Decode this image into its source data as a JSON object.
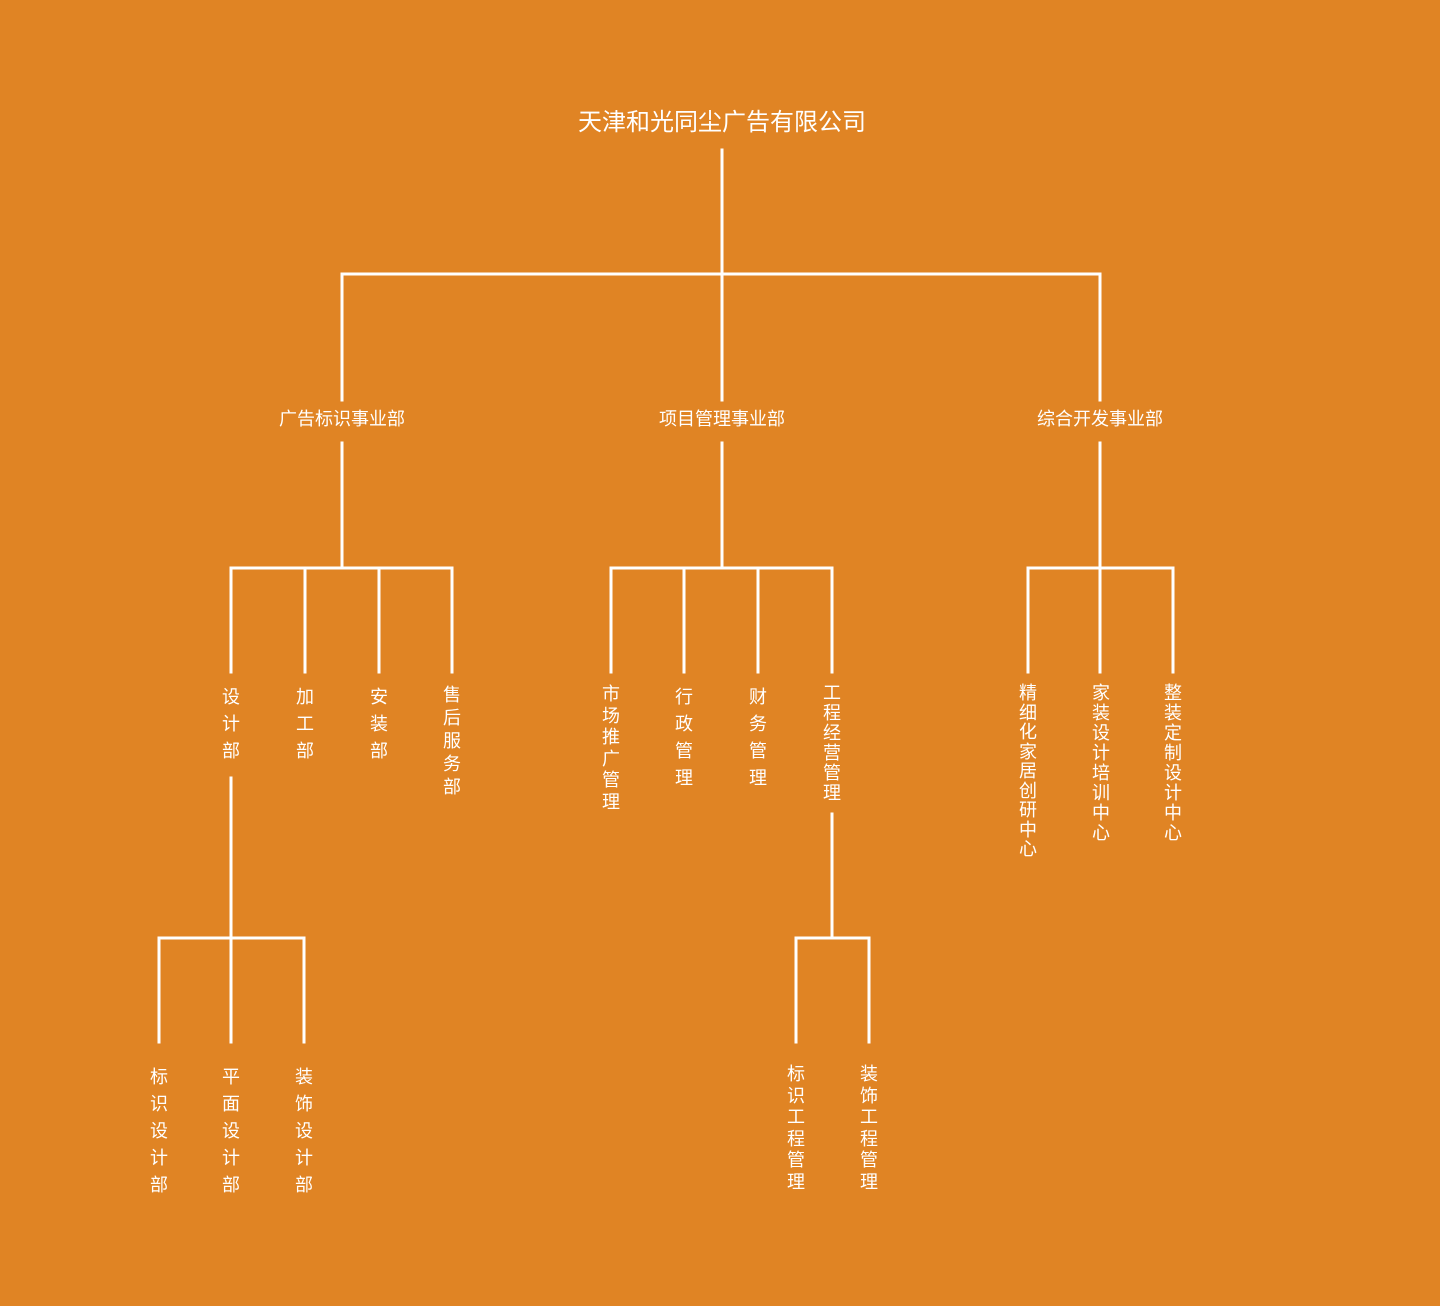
{
  "colors": {
    "background": "#e08424",
    "line": "#ffffff",
    "text": "#ffffff"
  },
  "root": {
    "id": "root",
    "label": "天津和光同尘广告有限公司"
  },
  "divisions": [
    {
      "id": "d1",
      "label": "广告标识事业部"
    },
    {
      "id": "d2",
      "label": "项目管理事业部"
    },
    {
      "id": "d3",
      "label": "综合开发事业部"
    }
  ],
  "departments": [
    {
      "id": "p1",
      "label": "设计部"
    },
    {
      "id": "p2",
      "label": "加工部"
    },
    {
      "id": "p3",
      "label": "安装部"
    },
    {
      "id": "p4",
      "label": "售后服务部"
    },
    {
      "id": "p5",
      "label": "市场推广管理"
    },
    {
      "id": "p6",
      "label": "行政管理"
    },
    {
      "id": "p7",
      "label": "财务管理"
    },
    {
      "id": "p8",
      "label": "工程经营管理"
    },
    {
      "id": "p9",
      "label": "精细化家居创研中心"
    },
    {
      "id": "p10",
      "label": "家装设计培训中心"
    },
    {
      "id": "p11",
      "label": "整装定制设计中心"
    }
  ],
  "subunits": [
    {
      "id": "s1",
      "label": "标识设计部"
    },
    {
      "id": "s2",
      "label": "平面设计部"
    },
    {
      "id": "s3",
      "label": "装饰设计部"
    },
    {
      "id": "s4",
      "label": "标识工程管理"
    },
    {
      "id": "s5",
      "label": "装饰工程管理"
    }
  ]
}
